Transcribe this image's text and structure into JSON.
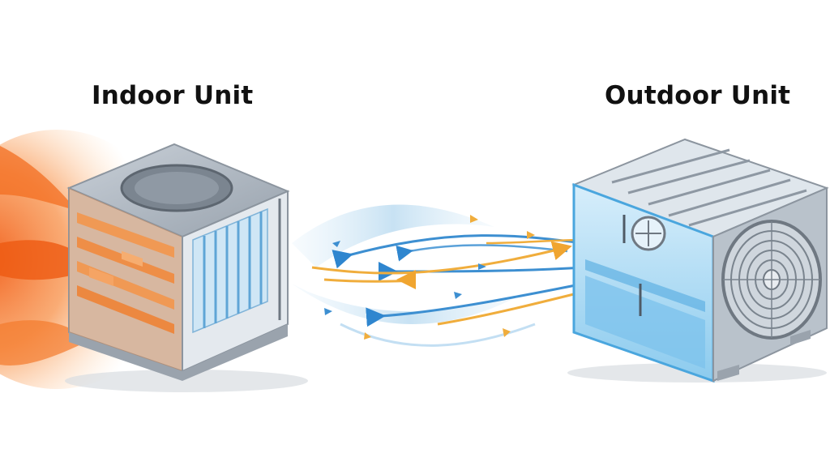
{
  "labels": {
    "indoor": "Indoor Unit",
    "outdoor": "Outdoor Unit"
  },
  "colors": {
    "heat": "#f26a1b",
    "heat_light": "#ffb35c",
    "cool_arrow": "#3d8fd1",
    "warm_arrow": "#f0ad3c",
    "frame": "#9aa3ad",
    "frame_dark": "#6f7882",
    "glass": "#a9d6f2",
    "glass_dark": "#5fb1e3"
  },
  "icons": [
    "fan-icon",
    "heat-flow",
    "airflow-arrows"
  ]
}
